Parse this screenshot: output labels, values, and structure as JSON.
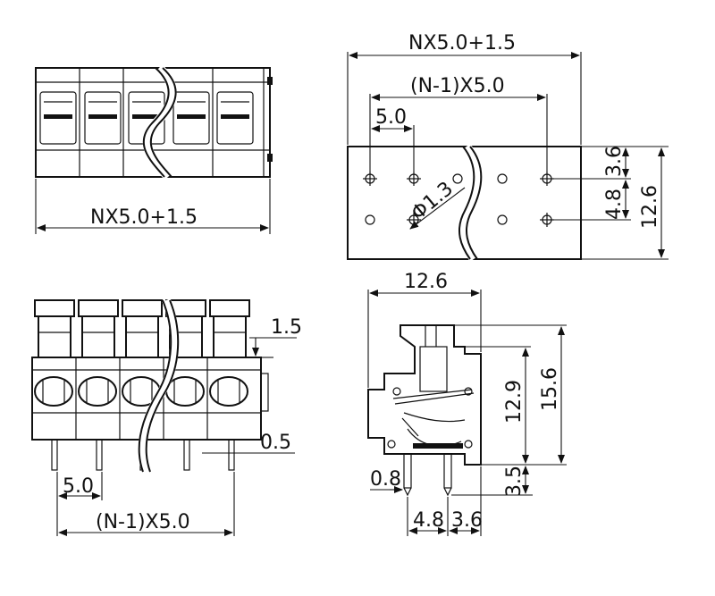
{
  "top_view": {
    "width_label": "NX5.0+1.5"
  },
  "pcb_layout": {
    "width_label": "NX5.0+1.5",
    "span_label": "(N-1)X5.0",
    "pitch_label": "5.0",
    "hole_label": "Φ1.3",
    "row_offset_label": "3.6",
    "row_spacing_label": "4.8",
    "depth_label": "12.6"
  },
  "front_view": {
    "button_label": "1.5",
    "pin_label": "0.5",
    "pitch_label": "5.0",
    "span_label": "(N-1)X5.0"
  },
  "side_view": {
    "depth_label": "12.6",
    "body_height_label": "12.9",
    "total_height_label": "15.6",
    "pin_length_label": "3.5",
    "pin_width_label": "0.8",
    "pin_spacing_label": "4.8",
    "pin_offset_label": "3.6"
  }
}
